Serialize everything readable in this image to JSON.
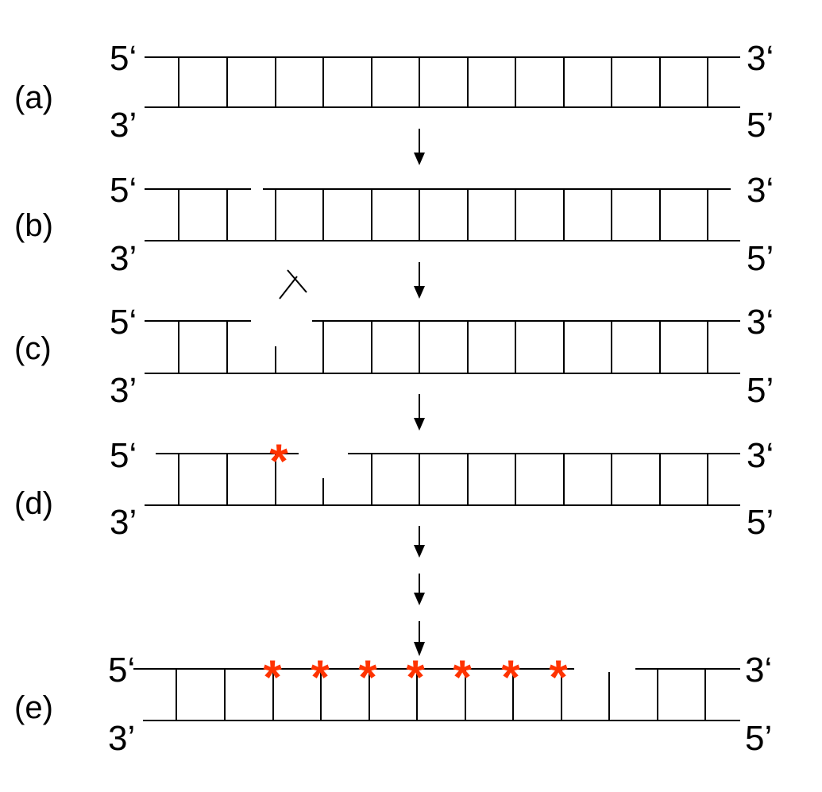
{
  "diagram": {
    "accent_color": "#ff3300",
    "mark_glyph": "*",
    "nick_glyph": "⊥",
    "stages": [
      {
        "id": "a",
        "label": "(a)",
        "top_left": "5‘",
        "top_right": "3‘",
        "bottom_left": "3’",
        "bottom_right": "5’"
      },
      {
        "id": "b",
        "label": "(b)",
        "top_left": "5‘",
        "top_right": "3‘",
        "bottom_left": "3’",
        "bottom_right": "5’"
      },
      {
        "id": "c",
        "label": "(c)",
        "top_left": "5‘",
        "top_right": "3‘",
        "bottom_left": "3’",
        "bottom_right": "5’"
      },
      {
        "id": "d",
        "label": "(d)",
        "top_left": "5‘",
        "top_right": "3‘",
        "bottom_left": "3’",
        "bottom_right": "5’"
      },
      {
        "id": "e",
        "label": "(e)",
        "top_left": "5‘",
        "top_right": "3‘",
        "bottom_left": "3’",
        "bottom_right": "5’"
      }
    ]
  }
}
